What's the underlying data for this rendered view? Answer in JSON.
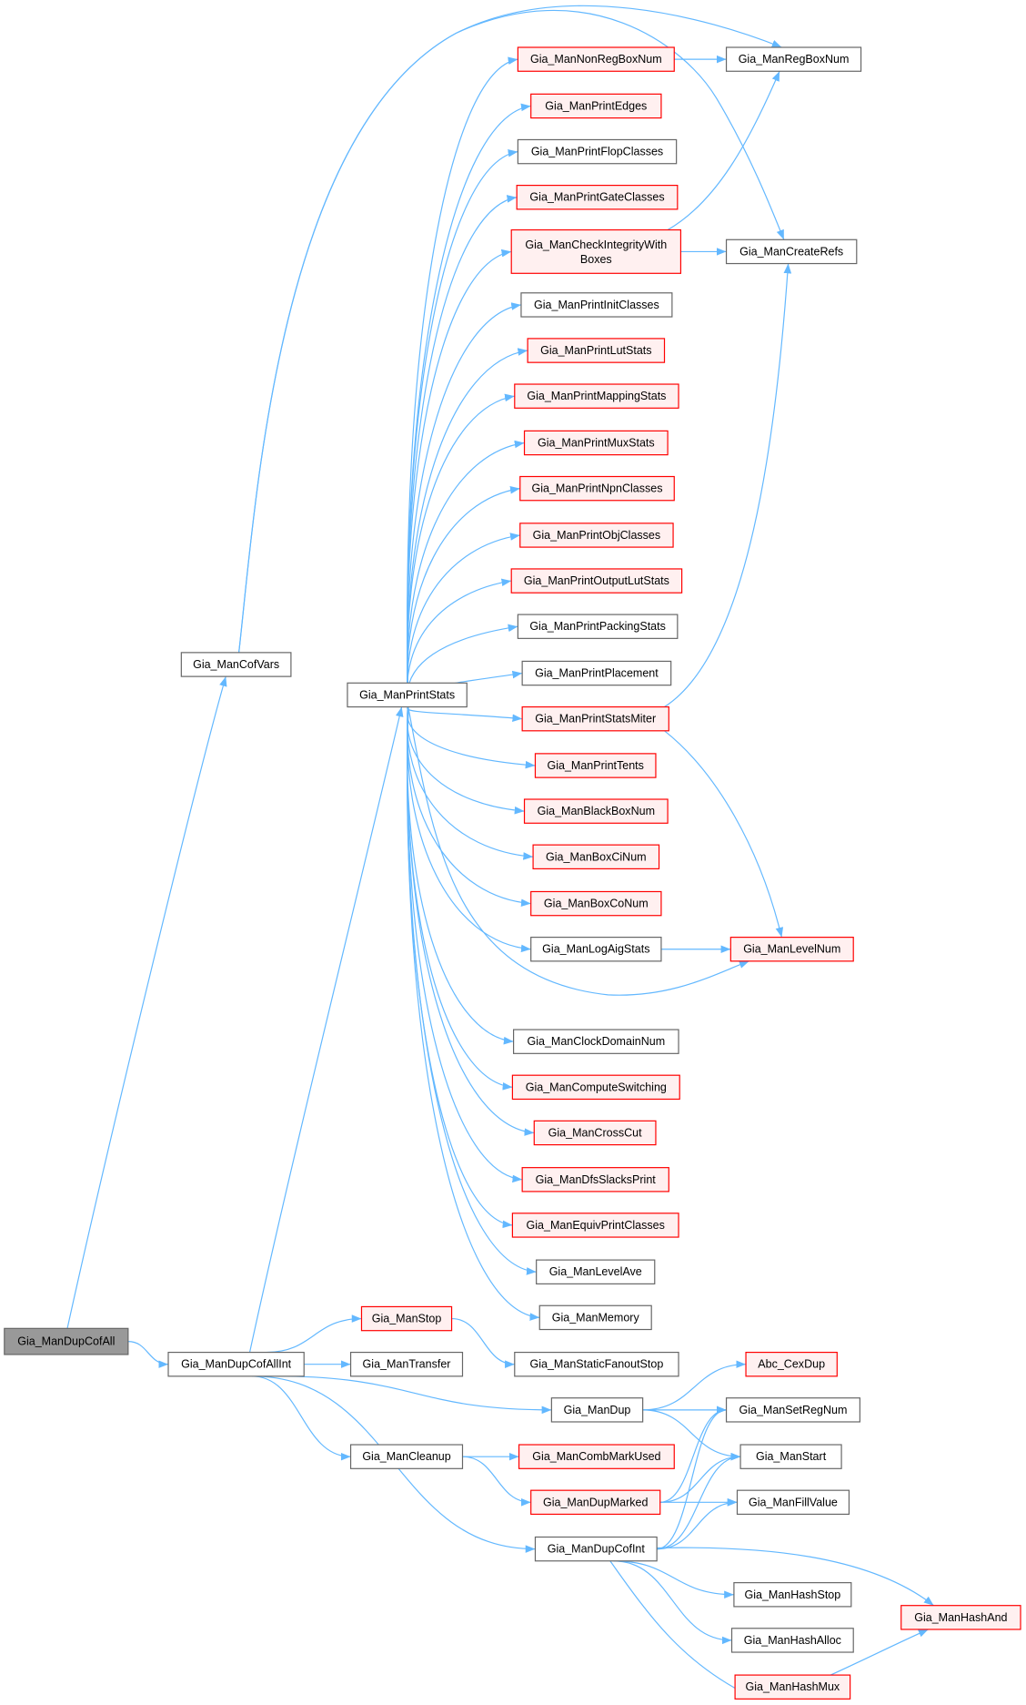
{
  "colors": {
    "edge": "#63b8ff",
    "root_fill": "#999999",
    "root_stroke": "#666666",
    "normal_fill": "#ffffff",
    "normal_stroke": "#666666",
    "red_fill": "#fff0f0",
    "red_stroke": "#ff0000"
  },
  "nodes": [
    {
      "id": "dupcofall",
      "label": "Gia_ManDupCofAll",
      "style": "root"
    },
    {
      "id": "cofvars",
      "label": "Gia_ManCofVars",
      "style": "normal"
    },
    {
      "id": "dupcofallint",
      "label": "Gia_ManDupCofAllInt",
      "style": "normal"
    },
    {
      "id": "printstats",
      "label": "Gia_ManPrintStats",
      "style": "normal"
    },
    {
      "id": "stop",
      "label": "Gia_ManStop",
      "style": "red"
    },
    {
      "id": "transfer",
      "label": "Gia_ManTransfer",
      "style": "normal"
    },
    {
      "id": "cleanup",
      "label": "Gia_ManCleanup",
      "style": "normal"
    },
    {
      "id": "nonregboxnum",
      "label": "Gia_ManNonRegBoxNum",
      "style": "red"
    },
    {
      "id": "printedges",
      "label": "Gia_ManPrintEdges",
      "style": "red"
    },
    {
      "id": "printflop",
      "label": "Gia_ManPrintFlopClasses",
      "style": "normal"
    },
    {
      "id": "printgate",
      "label": "Gia_ManPrintGateClasses",
      "style": "red"
    },
    {
      "id": "checkint",
      "label": "Gia_ManCheckIntegrityWith",
      "label2": "Boxes",
      "style": "red"
    },
    {
      "id": "printinit",
      "label": "Gia_ManPrintInitClasses",
      "style": "normal"
    },
    {
      "id": "printlut",
      "label": "Gia_ManPrintLutStats",
      "style": "red"
    },
    {
      "id": "printmapping",
      "label": "Gia_ManPrintMappingStats",
      "style": "red"
    },
    {
      "id": "printmux",
      "label": "Gia_ManPrintMuxStats",
      "style": "red"
    },
    {
      "id": "printnpn",
      "label": "Gia_ManPrintNpnClasses",
      "style": "red"
    },
    {
      "id": "printobj",
      "label": "Gia_ManPrintObjClasses",
      "style": "red"
    },
    {
      "id": "printoutlut",
      "label": "Gia_ManPrintOutputLutStats",
      "style": "red"
    },
    {
      "id": "printpacking",
      "label": "Gia_ManPrintPackingStats",
      "style": "normal"
    },
    {
      "id": "printplacement",
      "label": "Gia_ManPrintPlacement",
      "style": "normal"
    },
    {
      "id": "printmiter",
      "label": "Gia_ManPrintStatsMiter",
      "style": "red"
    },
    {
      "id": "printtents",
      "label": "Gia_ManPrintTents",
      "style": "red"
    },
    {
      "id": "blackboxnum",
      "label": "Gia_ManBlackBoxNum",
      "style": "red"
    },
    {
      "id": "boxcinum",
      "label": "Gia_ManBoxCiNum",
      "style": "red"
    },
    {
      "id": "boxconum",
      "label": "Gia_ManBoxCoNum",
      "style": "red"
    },
    {
      "id": "logaig",
      "label": "Gia_ManLogAigStats",
      "style": "normal"
    },
    {
      "id": "clockdomain",
      "label": "Gia_ManClockDomainNum",
      "style": "normal"
    },
    {
      "id": "computesw",
      "label": "Gia_ManComputeSwitching",
      "style": "red"
    },
    {
      "id": "crosscut",
      "label": "Gia_ManCrossCut",
      "style": "red"
    },
    {
      "id": "dfsslacks",
      "label": "Gia_ManDfsSlacksPrint",
      "style": "red"
    },
    {
      "id": "equivprint",
      "label": "Gia_ManEquivPrintClasses",
      "style": "red"
    },
    {
      "id": "levelave",
      "label": "Gia_ManLevelAve",
      "style": "normal"
    },
    {
      "id": "memory",
      "label": "Gia_ManMemory",
      "style": "normal"
    },
    {
      "id": "staticfanout",
      "label": "Gia_ManStaticFanoutStop",
      "style": "normal"
    },
    {
      "id": "dup",
      "label": "Gia_ManDup",
      "style": "normal"
    },
    {
      "id": "combmark",
      "label": "Gia_ManCombMarkUsed",
      "style": "red"
    },
    {
      "id": "dupmarked",
      "label": "Gia_ManDupMarked",
      "style": "red"
    },
    {
      "id": "dupcofint",
      "label": "Gia_ManDupCofInt",
      "style": "normal"
    },
    {
      "id": "regboxnum",
      "label": "Gia_ManRegBoxNum",
      "style": "normal"
    },
    {
      "id": "createrefs",
      "label": "Gia_ManCreateRefs",
      "style": "normal"
    },
    {
      "id": "levelnum",
      "label": "Gia_ManLevelNum",
      "style": "red"
    },
    {
      "id": "cexdup",
      "label": "Abc_CexDup",
      "style": "red"
    },
    {
      "id": "setregnum",
      "label": "Gia_ManSetRegNum",
      "style": "normal"
    },
    {
      "id": "start",
      "label": "Gia_ManStart",
      "style": "normal"
    },
    {
      "id": "fillvalue",
      "label": "Gia_ManFillValue",
      "style": "normal"
    },
    {
      "id": "hashstop",
      "label": "Gia_ManHashStop",
      "style": "normal"
    },
    {
      "id": "hashalloc",
      "label": "Gia_ManHashAlloc",
      "style": "normal"
    },
    {
      "id": "hashmux",
      "label": "Gia_ManHashMux",
      "style": "red"
    },
    {
      "id": "hashand",
      "label": "Gia_ManHashAnd",
      "style": "red"
    }
  ],
  "edges": [
    [
      "dupcofall",
      "cofvars"
    ],
    [
      "dupcofall",
      "dupcofallint"
    ],
    [
      "cofvars",
      "regboxnum"
    ],
    [
      "cofvars",
      "createrefs"
    ],
    [
      "dupcofallint",
      "printstats"
    ],
    [
      "dupcofallint",
      "stop"
    ],
    [
      "dupcofallint",
      "transfer"
    ],
    [
      "dupcofallint",
      "dup"
    ],
    [
      "dupcofallint",
      "cleanup"
    ],
    [
      "dupcofallint",
      "dupcofint"
    ],
    [
      "printstats",
      "nonregboxnum"
    ],
    [
      "printstats",
      "printedges"
    ],
    [
      "printstats",
      "printflop"
    ],
    [
      "printstats",
      "printgate"
    ],
    [
      "printstats",
      "checkint"
    ],
    [
      "printstats",
      "printinit"
    ],
    [
      "printstats",
      "printlut"
    ],
    [
      "printstats",
      "printmapping"
    ],
    [
      "printstats",
      "printmux"
    ],
    [
      "printstats",
      "printnpn"
    ],
    [
      "printstats",
      "printobj"
    ],
    [
      "printstats",
      "printoutlut"
    ],
    [
      "printstats",
      "printpacking"
    ],
    [
      "printstats",
      "printplacement"
    ],
    [
      "printstats",
      "printmiter"
    ],
    [
      "printstats",
      "printtents"
    ],
    [
      "printstats",
      "blackboxnum"
    ],
    [
      "printstats",
      "boxcinum"
    ],
    [
      "printstats",
      "boxconum"
    ],
    [
      "printstats",
      "logaig"
    ],
    [
      "printstats",
      "levelnum"
    ],
    [
      "printstats",
      "clockdomain"
    ],
    [
      "printstats",
      "computesw"
    ],
    [
      "printstats",
      "crosscut"
    ],
    [
      "printstats",
      "dfsslacks"
    ],
    [
      "printstats",
      "equivprint"
    ],
    [
      "printstats",
      "levelave"
    ],
    [
      "printstats",
      "memory"
    ],
    [
      "nonregboxnum",
      "regboxnum"
    ],
    [
      "checkint",
      "regboxnum"
    ],
    [
      "checkint",
      "createrefs"
    ],
    [
      "printmiter",
      "createrefs"
    ],
    [
      "printmiter",
      "levelnum"
    ],
    [
      "logaig",
      "levelnum"
    ],
    [
      "stop",
      "staticfanout"
    ],
    [
      "dup",
      "cexdup"
    ],
    [
      "dup",
      "setregnum"
    ],
    [
      "dup",
      "start"
    ],
    [
      "cleanup",
      "combmark"
    ],
    [
      "cleanup",
      "dupmarked"
    ],
    [
      "dupmarked",
      "setregnum"
    ],
    [
      "dupmarked",
      "start"
    ],
    [
      "dupmarked",
      "fillvalue"
    ],
    [
      "dupcofint",
      "setregnum"
    ],
    [
      "dupcofint",
      "start"
    ],
    [
      "dupcofint",
      "fillvalue"
    ],
    [
      "dupcofint",
      "hashstop"
    ],
    [
      "dupcofint",
      "hashalloc"
    ],
    [
      "dupcofint",
      "hashmux"
    ],
    [
      "dupcofint",
      "hashand"
    ],
    [
      "hashmux",
      "hashand"
    ]
  ]
}
